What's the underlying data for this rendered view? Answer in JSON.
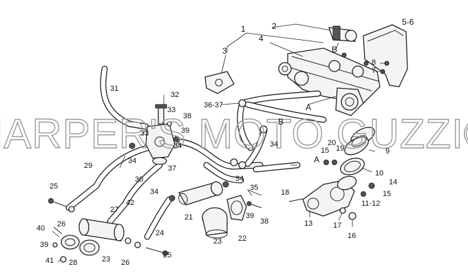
{
  "watermark": "HARPER'S MOTO GUZZI©",
  "callouts": [
    {
      "id": "c1",
      "text": "1"
    },
    {
      "id": "c2",
      "text": "2"
    },
    {
      "id": "c3",
      "text": "3"
    },
    {
      "id": "c4",
      "text": "4"
    },
    {
      "id": "c56",
      "text": "5-6"
    },
    {
      "id": "c7",
      "text": "7"
    },
    {
      "id": "c8",
      "text": "8"
    },
    {
      "id": "cB1",
      "text": "B"
    },
    {
      "id": "cA1",
      "text": "A"
    },
    {
      "id": "c9",
      "text": "9"
    },
    {
      "id": "c10",
      "text": "10"
    },
    {
      "id": "c1112",
      "text": "11-12"
    },
    {
      "id": "c13",
      "text": "13"
    },
    {
      "id": "c14",
      "text": "14"
    },
    {
      "id": "c15a",
      "text": "15"
    },
    {
      "id": "c15b",
      "text": "15"
    },
    {
      "id": "c16",
      "text": "16"
    },
    {
      "id": "c17",
      "text": "17"
    },
    {
      "id": "c18",
      "text": "18"
    },
    {
      "id": "c19",
      "text": "19"
    },
    {
      "id": "c20",
      "text": "20"
    },
    {
      "id": "c21",
      "text": "21"
    },
    {
      "id": "c22",
      "text": "22"
    },
    {
      "id": "c23a",
      "text": "23"
    },
    {
      "id": "c23b",
      "text": "23"
    },
    {
      "id": "c24",
      "text": "24"
    },
    {
      "id": "c25a",
      "text": "25"
    },
    {
      "id": "c25b",
      "text": "25"
    },
    {
      "id": "c26a",
      "text": "26"
    },
    {
      "id": "c26b",
      "text": "26"
    },
    {
      "id": "c27",
      "text": "27"
    },
    {
      "id": "c28",
      "text": "28"
    },
    {
      "id": "c29",
      "text": "29"
    },
    {
      "id": "c30",
      "text": "30"
    },
    {
      "id": "c31",
      "text": "31"
    },
    {
      "id": "c32",
      "text": "32"
    },
    {
      "id": "c33a",
      "text": "33"
    },
    {
      "id": "c33b",
      "text": "33"
    },
    {
      "id": "c34a",
      "text": "34"
    },
    {
      "id": "c34b",
      "text": "34"
    },
    {
      "id": "c34c",
      "text": "34"
    },
    {
      "id": "c34d",
      "text": "34"
    },
    {
      "id": "c34e",
      "text": "34"
    },
    {
      "id": "c35",
      "text": "35"
    },
    {
      "id": "c3637",
      "text": "36-37"
    },
    {
      "id": "cB2",
      "text": "B"
    },
    {
      "id": "cA2",
      "text": "A"
    },
    {
      "id": "c37",
      "text": "37"
    },
    {
      "id": "c38a",
      "text": "38"
    },
    {
      "id": "c38b",
      "text": "38"
    },
    {
      "id": "c39a",
      "text": "39"
    },
    {
      "id": "c39b",
      "text": "39"
    },
    {
      "id": "c39c",
      "text": "39"
    },
    {
      "id": "c40",
      "text": "40"
    },
    {
      "id": "c41",
      "text": "41"
    },
    {
      "id": "c42",
      "text": "42"
    }
  ]
}
